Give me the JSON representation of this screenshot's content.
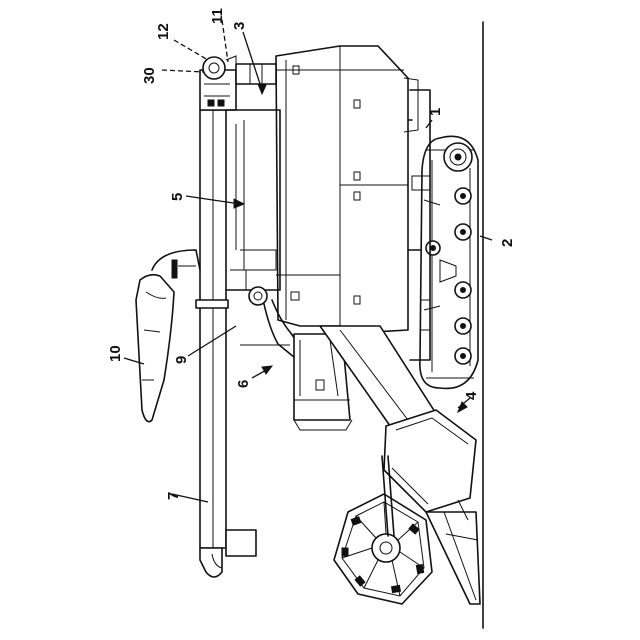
{
  "figure": {
    "labels": {
      "l1": "1",
      "l2": "2",
      "l3": "3",
      "l4": "4",
      "l5": "5",
      "l6": "6",
      "l7": "7",
      "l9": "9",
      "l10": "10",
      "l11": "11",
      "l12": "12",
      "l30": "30"
    }
  }
}
